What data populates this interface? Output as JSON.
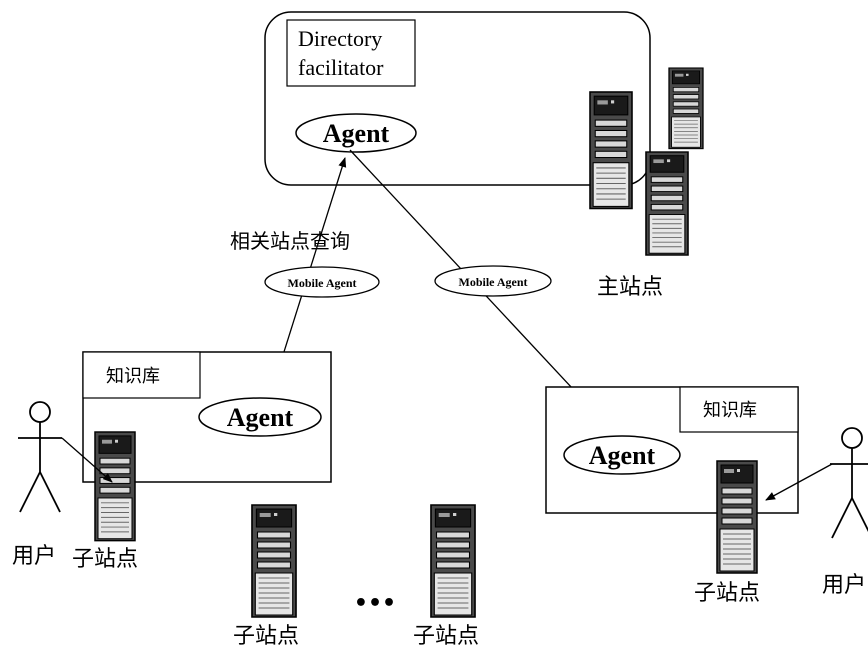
{
  "directory": {
    "label_line1": "Directory",
    "label_line2": "facilitator",
    "agent": "Agent"
  },
  "query_label": "相关站点查询",
  "mobile_agents": {
    "left": "Mobile Agent",
    "right": "Mobile Agent"
  },
  "main_site_label": "主站点",
  "left_site": {
    "kb_label": "知识库",
    "agent": "Agent",
    "user_label": "用户",
    "site_label": "子站点"
  },
  "right_site": {
    "kb_label": "知识库",
    "agent": "Agent",
    "user_label": "用户",
    "site_label": "子站点"
  },
  "bottom_sites": {
    "first_label": "子站点",
    "ellipsis": "•••",
    "second_label": "子站点"
  }
}
